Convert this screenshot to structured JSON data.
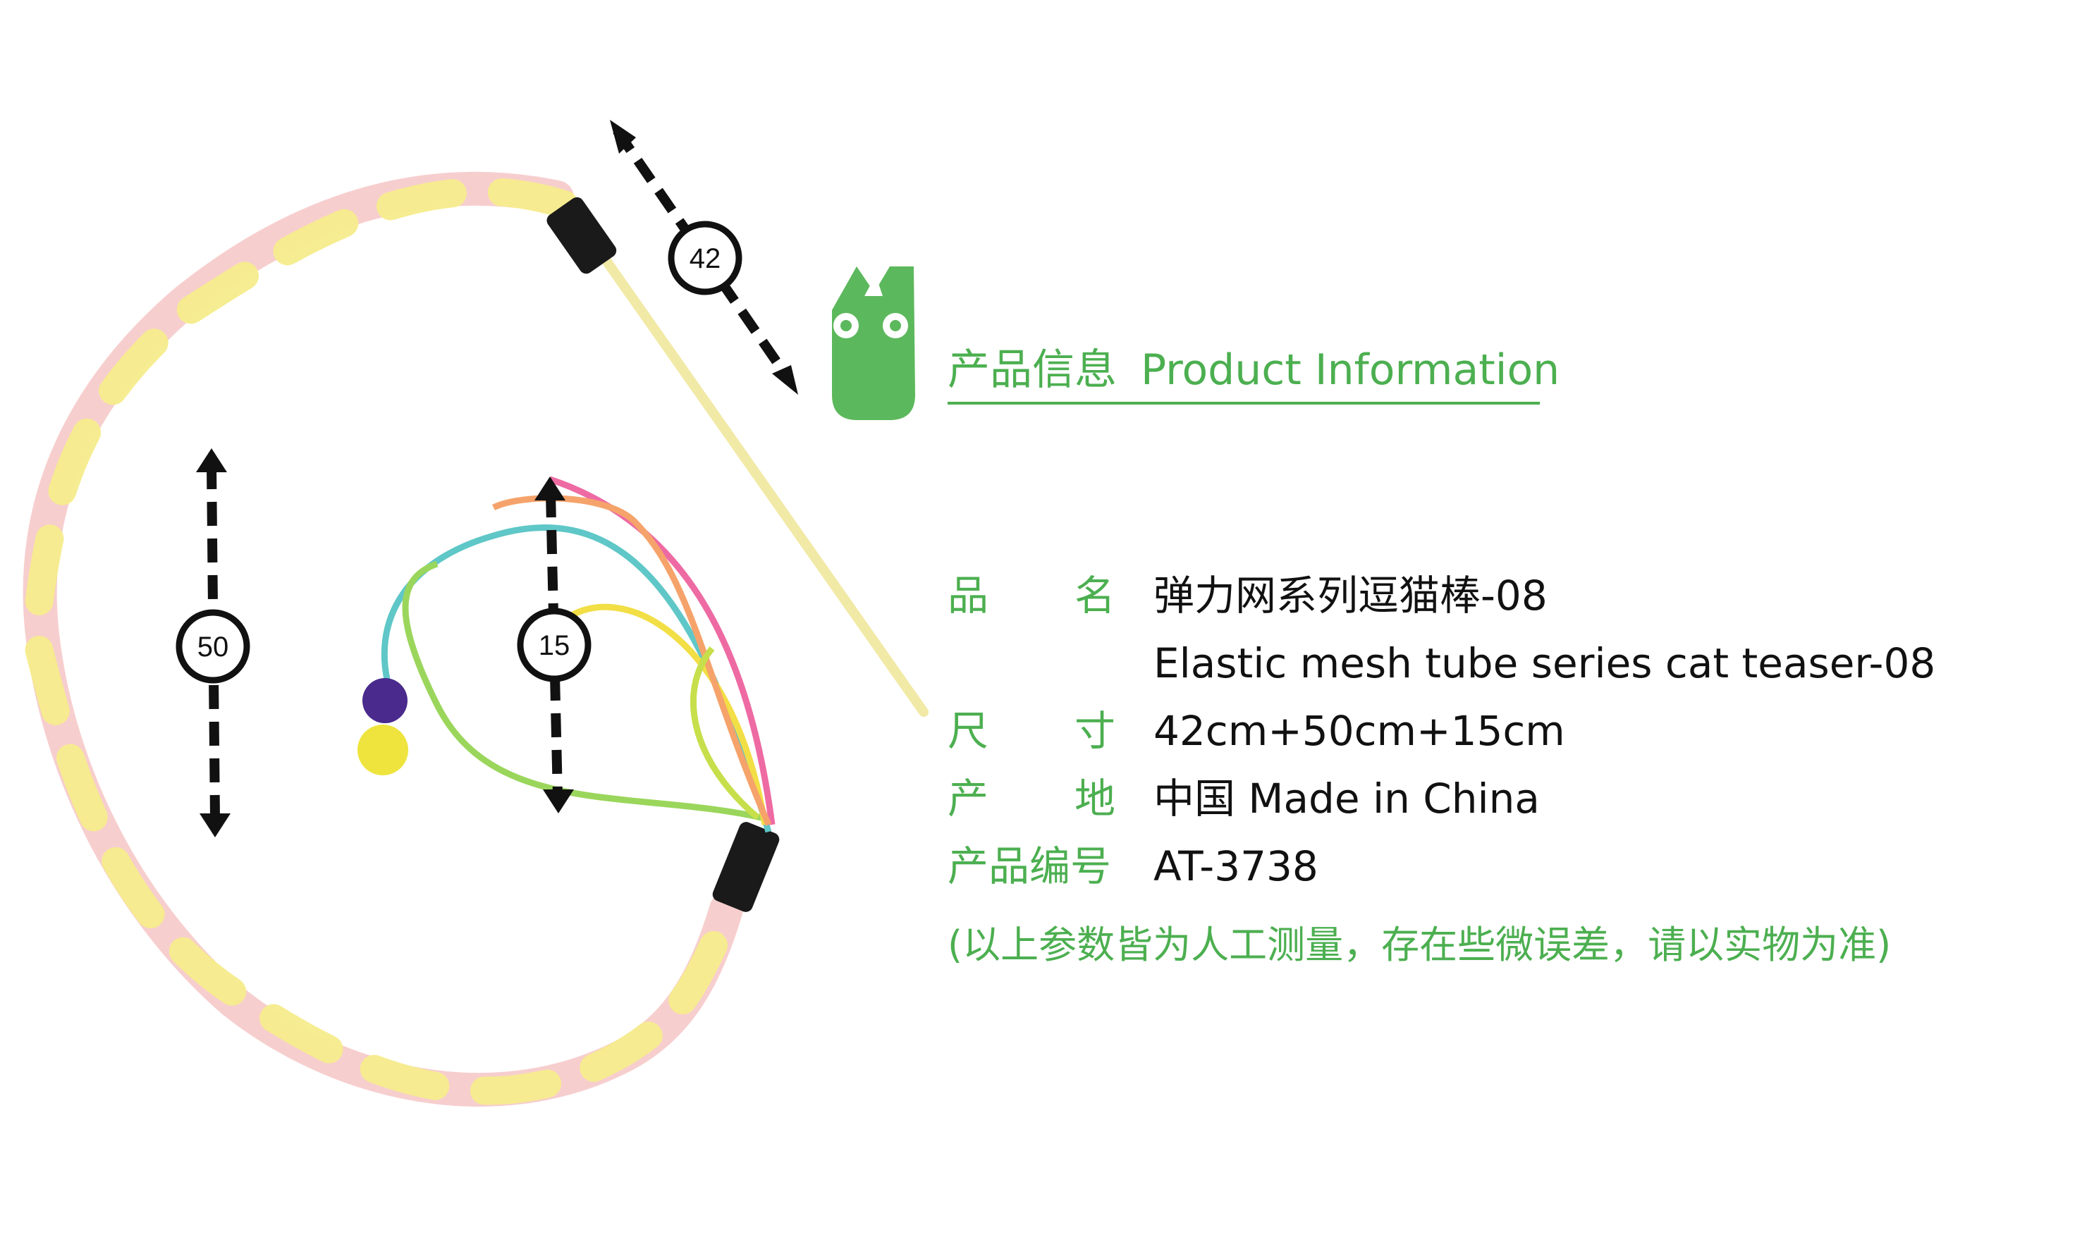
{
  "heading": {
    "zh": "产品信息",
    "en": "Product Information"
  },
  "rows": [
    {
      "label_a": "品",
      "label_b": "名",
      "value": "弹力网系列逗猫棒-08"
    },
    {
      "label_a": "",
      "label_b": "",
      "value": "Elastic mesh tube series cat teaser-08"
    },
    {
      "label_a": "尺",
      "label_b": "寸",
      "value": "42cm+50cm+15cm"
    },
    {
      "label_a": "产",
      "label_b": "地",
      "value": "中国 Made in China"
    },
    {
      "label_a": "产品编号",
      "label_b": "",
      "value": "AT-3738"
    }
  ],
  "note": "(以上参数皆为人工测量，存在些微误差，请以实物为准)",
  "dimensions": {
    "rod_length": "42",
    "loop_height": "50",
    "tassel_length": "15"
  },
  "colors": {
    "accent": "#4caf50",
    "mesh_yellow": "#f4ea8a",
    "mesh_pink": "#f6c7c7"
  }
}
